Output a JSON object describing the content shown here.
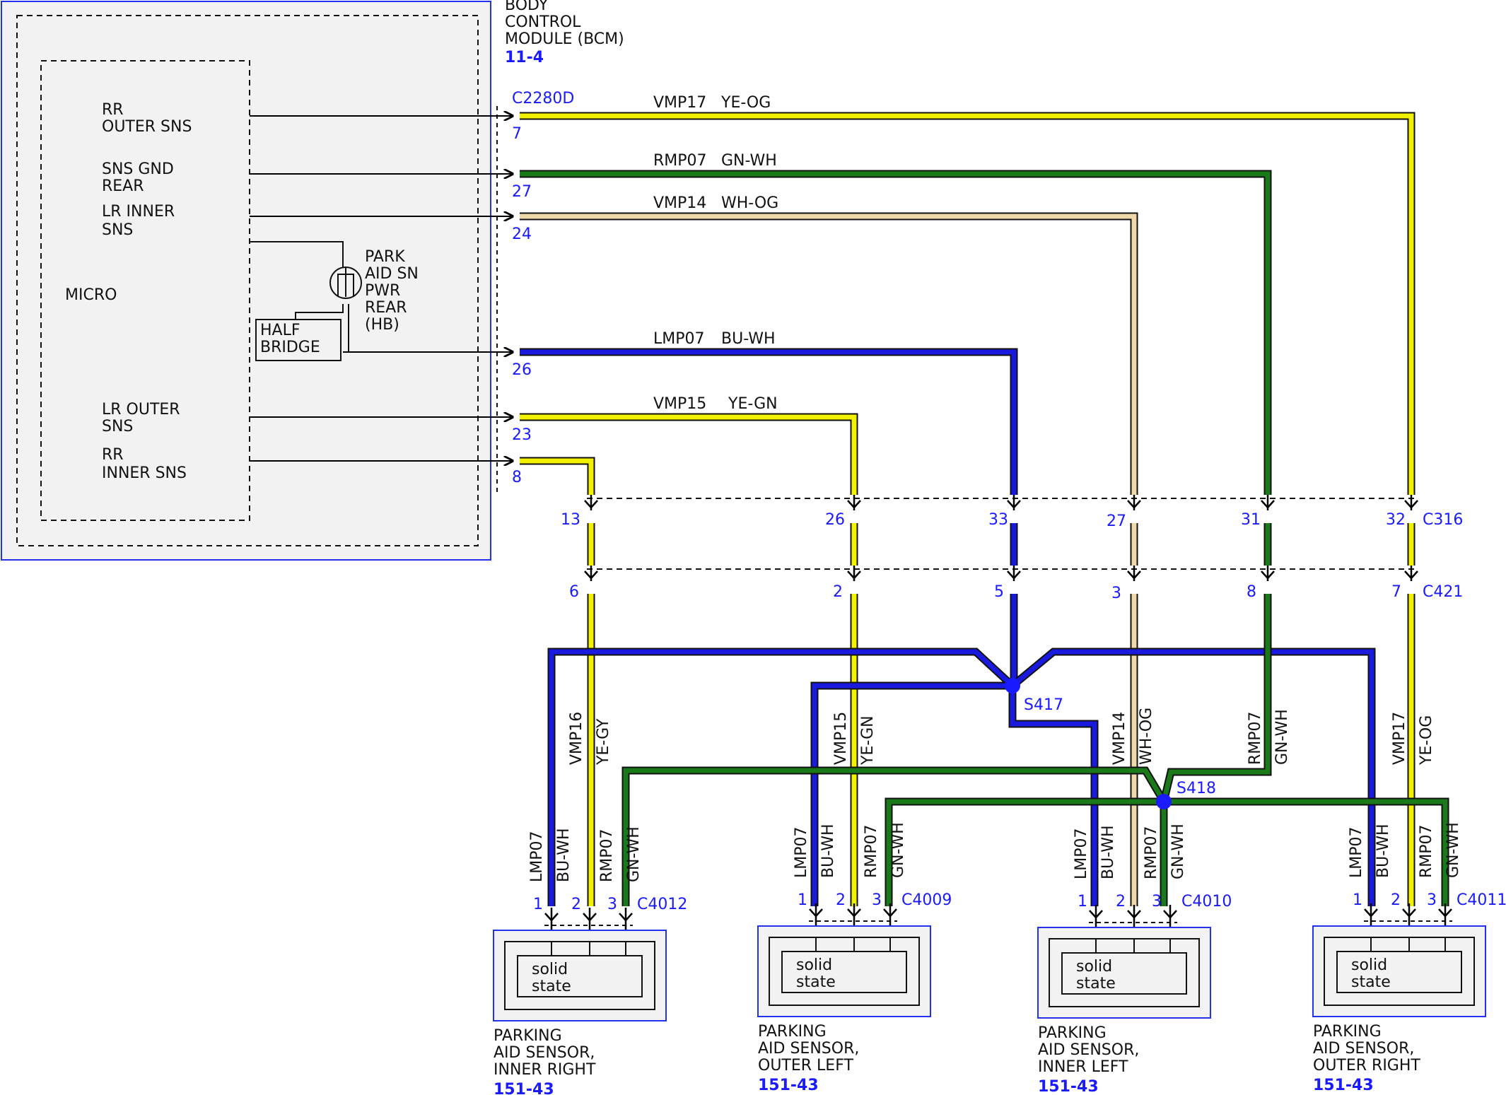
{
  "bcm": {
    "title_lines": [
      "BODY",
      "CONTROL",
      "MODULE (BCM)"
    ],
    "ref": "11-4",
    "connector": "C2280D",
    "micro_label": "MICRO",
    "half_bridge_lines": [
      "HALF",
      "BRIDGE"
    ],
    "park_pwr_lines": [
      "PARK",
      "AID SN",
      "PWR",
      "REAR",
      "(HB)"
    ],
    "signals": [
      {
        "lines": [
          "RR",
          "OUTER SNS"
        ],
        "pin": "7",
        "circuit": "VMP17",
        "color": "YE-OG"
      },
      {
        "lines": [
          "SNS GND",
          "REAR"
        ],
        "pin": "27",
        "circuit": "RMP07",
        "color": "GN-WH"
      },
      {
        "lines": [
          "LR INNER",
          "SNS"
        ],
        "pin": "24",
        "circuit": "VMP14",
        "color": "WH-OG"
      },
      {
        "lines": [],
        "pin": "26",
        "circuit": "LMP07",
        "color": "BU-WH"
      },
      {
        "lines": [
          "LR OUTER",
          "SNS"
        ],
        "pin": "23",
        "circuit": "VMP15",
        "color": "YE-GN"
      },
      {
        "lines": [
          "RR",
          "INNER SNS"
        ],
        "pin": "8",
        "circuit": "",
        "color": ""
      }
    ]
  },
  "inline_connectors": {
    "c316": {
      "name": "C316",
      "pins": [
        "13",
        "26",
        "33",
        "27",
        "31",
        "32"
      ]
    },
    "c421": {
      "name": "C421",
      "pins": [
        "6",
        "2",
        "5",
        "3",
        "8",
        "7"
      ]
    }
  },
  "vertical_wire_labels": [
    {
      "circuit": "VMP16",
      "color": "YE-GY"
    },
    {
      "circuit": "VMP15",
      "color": "YE-GN"
    },
    {
      "circuit": "VMP14",
      "color": "WH-OG"
    },
    {
      "circuit": "RMP07",
      "color": "GN-WH"
    },
    {
      "circuit": "VMP17",
      "color": "YE-OG"
    }
  ],
  "splices": [
    {
      "name": "S417"
    },
    {
      "name": "S418"
    }
  ],
  "sensors": [
    {
      "connector": "C4012",
      "name_lines": [
        "PARKING",
        "AID SENSOR,",
        "INNER RIGHT"
      ],
      "ref": "151-43",
      "pins": [
        "1",
        "2",
        "3"
      ],
      "wires": [
        {
          "circuit": "LMP07",
          "color": "BU-WH"
        },
        {
          "circuit": "RMP07",
          "color": "GN-WH"
        }
      ],
      "module_lines": [
        "solid",
        "state"
      ]
    },
    {
      "connector": "C4009",
      "name_lines": [
        "PARKING",
        "AID SENSOR,",
        "OUTER LEFT"
      ],
      "ref": "151-43",
      "pins": [
        "1",
        "2",
        "3"
      ],
      "wires": [
        {
          "circuit": "LMP07",
          "color": "BU-WH"
        },
        {
          "circuit": "RMP07",
          "color": "GN-WH"
        }
      ],
      "module_lines": [
        "solid",
        "state"
      ]
    },
    {
      "connector": "C4010",
      "name_lines": [
        "PARKING",
        "AID SENSOR,",
        "INNER LEFT"
      ],
      "ref": "151-43",
      "pins": [
        "1",
        "2",
        "3"
      ],
      "wires": [
        {
          "circuit": "LMP07",
          "color": "BU-WH"
        },
        {
          "circuit": "RMP07",
          "color": "GN-WH"
        }
      ],
      "module_lines": [
        "solid",
        "state"
      ]
    },
    {
      "connector": "C4011",
      "name_lines": [
        "PARKING",
        "AID SENSOR,",
        "OUTER RIGHT"
      ],
      "ref": "151-43",
      "pins": [
        "1",
        "2",
        "3"
      ],
      "wires": [
        {
          "circuit": "LMP07",
          "color": "BU-WH"
        },
        {
          "circuit": "RMP07",
          "color": "GN-WH"
        }
      ],
      "module_lines": [
        "solid",
        "state"
      ]
    }
  ],
  "colors": {
    "yellow": "#f2f200",
    "green": "#1a7a1a",
    "blue": "#1a1adf",
    "tan": "#f0d9a8",
    "label_blue": "#1a1aff",
    "box_fill": "#f2f2f2"
  }
}
